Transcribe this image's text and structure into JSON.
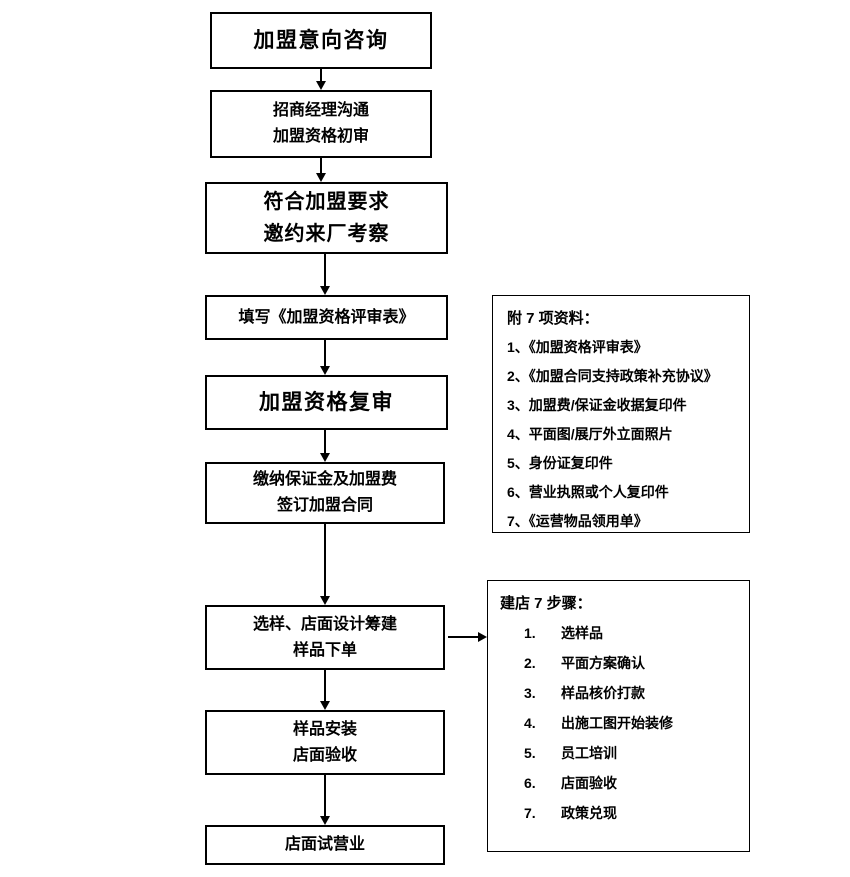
{
  "flow": {
    "steps": [
      {
        "lines": [
          "加盟意向咨询"
        ]
      },
      {
        "lines": [
          "招商经理沟通",
          "加盟资格初审"
        ]
      },
      {
        "lines": [
          "符合加盟要求",
          "邀约来厂考察"
        ]
      },
      {
        "lines": [
          "填写《加盟资格评审表》"
        ]
      },
      {
        "lines": [
          "加盟资格复审"
        ]
      },
      {
        "lines": [
          "缴纳保证金及加盟费",
          "签订加盟合同"
        ]
      },
      {
        "lines": [
          "选样、店面设计筹建",
          "样品下单"
        ]
      },
      {
        "lines": [
          "样品安装",
          "店面验收"
        ]
      },
      {
        "lines": [
          "店面试营业"
        ]
      }
    ]
  },
  "materials": {
    "title": "附 7 项资料：",
    "items": [
      "1、《加盟资格评审表》",
      "2、《加盟合同支持政策补充协议》",
      "3、加盟费/保证金收据复印件",
      "4、平面图/展厅外立面照片",
      "5、身份证复印件",
      "6、营业执照或个人复印件",
      "7、《运营物品领用单》"
    ]
  },
  "build_steps": {
    "title": "建店 7 步骤：",
    "items": [
      {
        "num": "1.",
        "text": "选样品"
      },
      {
        "num": "2.",
        "text": "平面方案确认"
      },
      {
        "num": "3.",
        "text": "样品核价打款"
      },
      {
        "num": "4.",
        "text": "出施工图开始装修"
      },
      {
        "num": "5.",
        "text": "员工培训"
      },
      {
        "num": "6.",
        "text": "店面验收"
      },
      {
        "num": "7.",
        "text": "政策兑现"
      }
    ]
  },
  "colors": {
    "line": "#000000",
    "background": "#ffffff"
  }
}
